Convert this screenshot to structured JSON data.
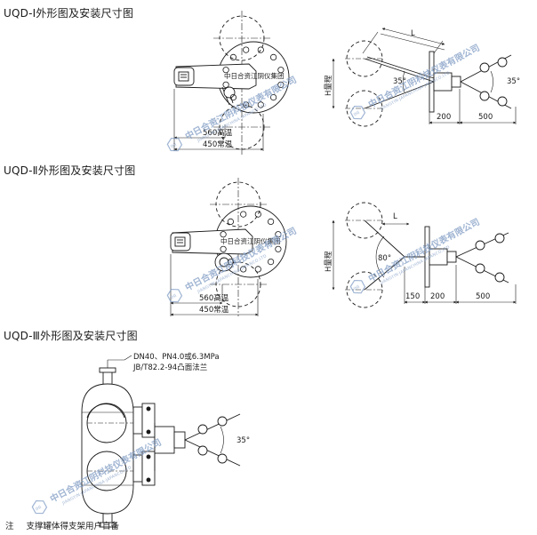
{
  "titles": {
    "t1": "UQD-Ⅰ外形图及安装尺寸图",
    "t2": "UQD-Ⅱ外形图及安装尺寸图",
    "t3": "UQD-Ⅲ外形图及安装尺寸图"
  },
  "fig1": {
    "dim_high_temp": "560高温",
    "dim_normal_temp": "450常温",
    "nameplate": "中日合资江阴仪集团",
    "height_label": "H量程",
    "length_label": "L",
    "angle_left": "35°",
    "angle_right": "35°",
    "dim_a": "200",
    "dim_b": "500"
  },
  "fig2": {
    "dim_high_temp": "560高温",
    "dim_normal_temp": "450常温",
    "nameplate": "中日合资江阴仪集团",
    "height_label": "H量程",
    "length_label": "L",
    "angle": "80°",
    "dim_a": "150",
    "dim_b": "200",
    "dim_c": "500"
  },
  "fig3": {
    "flange_line1": "DN40、PN4.0或6.3MPa",
    "flange_line2": "JB/T82.2-94凸面法兰",
    "angle": "35°"
  },
  "note": {
    "lead": "注",
    "text": "支撑罐体得支架用户自备"
  },
  "watermark": {
    "text": "中日合资江阴科技仪表有限公司",
    "subtext": "JIANGYIN·JAPANCHINA·JAPANCO.LTD",
    "badge_icon": "watermark-badge-icon"
  }
}
